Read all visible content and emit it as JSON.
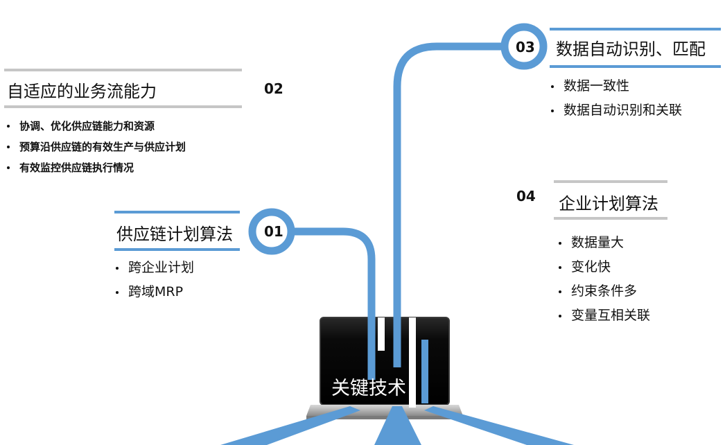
{
  "center": {
    "label": "关键技术"
  },
  "sections": [
    {
      "num": "02",
      "title": "自适应的业务流能力",
      "items": [
        "协调、优化供应链能力和资源",
        "预算沿供应链的有效生产与供应计划",
        "有效监控供应链执行情况"
      ]
    },
    {
      "num": "01",
      "title": "供应链计划算法",
      "items": [
        "跨企业计划",
        "跨域MRP"
      ]
    },
    {
      "num": "03",
      "title": "数据自动识别、匹配",
      "items": [
        "数据一致性",
        "数据自动识别和关联"
      ]
    },
    {
      "num": "04",
      "title": "企业计划算法",
      "items": [
        "数据量大",
        "变化快",
        "约束条件多",
        "变量互相关联"
      ]
    }
  ],
  "colors": {
    "accent": "#5b9bd5",
    "divider": "#c6c6c6",
    "screen": "#0d0d0d"
  }
}
